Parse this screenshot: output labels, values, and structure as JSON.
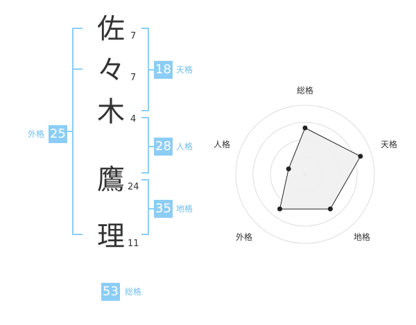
{
  "name_chars": [
    {
      "char": "佐",
      "strokes": "7"
    },
    {
      "char": "々",
      "strokes": "7"
    },
    {
      "char": "木",
      "strokes": "4"
    },
    {
      "char": "鷹",
      "strokes": "24"
    },
    {
      "char": "理",
      "strokes": "11"
    }
  ],
  "fortunes": {
    "tenkaku": {
      "value": "18",
      "label": "天格"
    },
    "jinkaku": {
      "value": "28",
      "label": "人格"
    },
    "chikaku": {
      "value": "35",
      "label": "地格"
    },
    "gaikaku": {
      "value": "25",
      "label": "外格"
    },
    "soukaku": {
      "value": "53",
      "label": "総格"
    }
  },
  "radar": {
    "axes": [
      "総格",
      "天格",
      "地格",
      "外格",
      "人格"
    ],
    "levels": [
      0.67,
      0.84,
      0.62,
      0.62,
      0.25
    ],
    "fill_color": "#f0f0f0",
    "line_color": "#222222",
    "ring_color": "#dddddd"
  },
  "colors": {
    "accent": "#8ccdf5",
    "accent_text": "#6fbfef"
  }
}
